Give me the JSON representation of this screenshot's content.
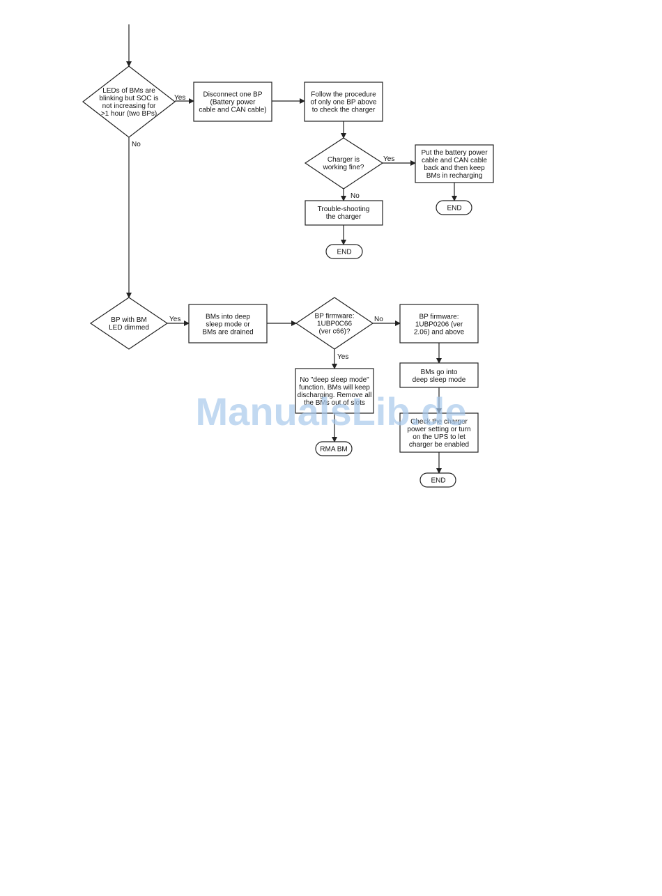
{
  "flowchart": {
    "nodes": {
      "leds_blinking": "LEDs of BMs are blinking but SOC is not increasing for >1 hour (two BPs)",
      "disconnect_bp": "Disconnect one BP (Battery power cable and CAN cable)",
      "follow_procedure": "Follow the procedure of only one BP above to check the charger",
      "charger_working": "Charger is working fine?",
      "put_cable_back": "Put the battery power cable and CAN cable back and then keep BMs in recharging",
      "end_1": "END",
      "troubleshoot_charger": "Trouble-shooting the charger",
      "end_2": "END",
      "bp_led_dimmed": "BP with BM LED dimmed",
      "bms_deep_sleep_drained": "BMs into deep sleep mode or BMs are drained",
      "bp_firmware_check": "BP firmware: 1UBP0C66 (ver c66)?",
      "bp_firmware_206": "BP firmware: 1UBP0206 (ver 2.06) and above",
      "bms_go_deep_sleep": "BMs go into deep sleep mode",
      "check_charger_power": "Check the charger power setting or turn on the UPS to let charger be enabled",
      "end_3": "END",
      "no_deep_sleep_function": "No \"deep sleep mode\" function. BMs will keep discharging. Remove all the BMs out of slots",
      "rma_bm": "RMA BM"
    },
    "edge_labels": {
      "leds_yes": "Yes",
      "leds_no": "No",
      "charger_yes": "Yes",
      "charger_no": "No",
      "dimmed_yes": "Yes",
      "firmware_no": "No",
      "firmware_yes": "Yes"
    }
  },
  "watermark": "ManualsLib.de"
}
